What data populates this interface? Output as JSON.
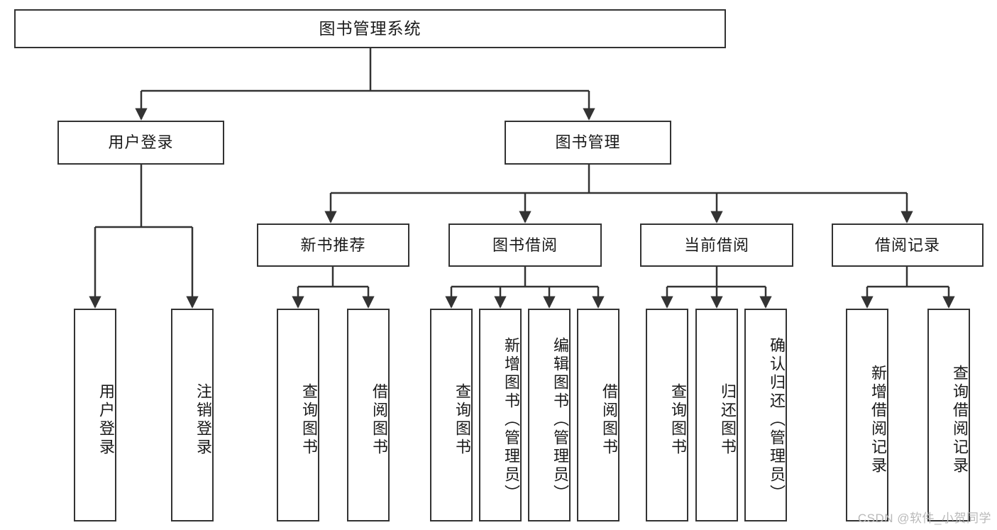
{
  "diagram": {
    "type": "tree-hierarchy-chart",
    "title": "图书管理系统",
    "orientation": "top-down",
    "style": {
      "box_fill": "#ffffff",
      "box_stroke": "#333333",
      "edge_stroke": "#333333",
      "text_color": "#1a1a1a",
      "background": "#ffffff",
      "watermark_color": "#b9b9b9"
    },
    "nodes": {
      "root": {
        "label": "图书管理系统",
        "level": 1,
        "orientation": "horizontal"
      },
      "user_login": {
        "label": "用户登录",
        "level": 2,
        "orientation": "horizontal"
      },
      "book_manage": {
        "label": "图书管理",
        "level": 2,
        "orientation": "horizontal"
      },
      "new_book_rec": {
        "label": "新书推荐",
        "level": 3,
        "orientation": "horizontal"
      },
      "book_borrow": {
        "label": "图书借阅",
        "level": 3,
        "orientation": "horizontal"
      },
      "current_borrow": {
        "label": "当前借阅",
        "level": 3,
        "orientation": "horizontal"
      },
      "borrow_record": {
        "label": "借阅记录",
        "level": 3,
        "orientation": "horizontal"
      },
      "leaf_user_login": {
        "label": "用户登录",
        "level": 4,
        "orientation": "vertical"
      },
      "leaf_logout": {
        "label": "注销登录",
        "level": 4,
        "orientation": "vertical"
      },
      "leaf_query_book_1": {
        "label": "查询图书",
        "level": 4,
        "orientation": "vertical"
      },
      "leaf_borrow_book_1": {
        "label": "借阅图书",
        "level": 4,
        "orientation": "vertical"
      },
      "leaf_query_book_2": {
        "label": "查询图书",
        "level": 4,
        "orientation": "vertical"
      },
      "leaf_add_book": {
        "label": "新增图书（管理员）",
        "level": 4,
        "orientation": "vertical"
      },
      "leaf_edit_book": {
        "label": "编辑图书（管理员）",
        "level": 4,
        "orientation": "vertical"
      },
      "leaf_borrow_book_2": {
        "label": "借阅图书",
        "level": 4,
        "orientation": "vertical"
      },
      "leaf_query_book_3": {
        "label": "查询图书",
        "level": 4,
        "orientation": "vertical"
      },
      "leaf_return_book": {
        "label": "归还图书",
        "level": 4,
        "orientation": "vertical"
      },
      "leaf_confirm_return": {
        "label": "确认归还（管理员）",
        "level": 4,
        "orientation": "vertical"
      },
      "leaf_add_record": {
        "label": "新增借阅记录",
        "level": 4,
        "orientation": "vertical"
      },
      "leaf_query_record": {
        "label": "查询借阅记录",
        "level": 4,
        "orientation": "vertical"
      }
    },
    "edges": [
      {
        "from": "root",
        "to": "user_login"
      },
      {
        "from": "root",
        "to": "book_manage"
      },
      {
        "from": "user_login",
        "to": "leaf_user_login"
      },
      {
        "from": "user_login",
        "to": "leaf_logout"
      },
      {
        "from": "book_manage",
        "to": "new_book_rec"
      },
      {
        "from": "book_manage",
        "to": "book_borrow"
      },
      {
        "from": "book_manage",
        "to": "current_borrow"
      },
      {
        "from": "book_manage",
        "to": "borrow_record"
      },
      {
        "from": "new_book_rec",
        "to": "leaf_query_book_1"
      },
      {
        "from": "new_book_rec",
        "to": "leaf_borrow_book_1"
      },
      {
        "from": "book_borrow",
        "to": "leaf_query_book_2"
      },
      {
        "from": "book_borrow",
        "to": "leaf_add_book"
      },
      {
        "from": "book_borrow",
        "to": "leaf_edit_book"
      },
      {
        "from": "book_borrow",
        "to": "leaf_borrow_book_2"
      },
      {
        "from": "current_borrow",
        "to": "leaf_query_book_3"
      },
      {
        "from": "current_borrow",
        "to": "leaf_return_book"
      },
      {
        "from": "current_borrow",
        "to": "leaf_confirm_return"
      },
      {
        "from": "borrow_record",
        "to": "leaf_add_record"
      },
      {
        "from": "borrow_record",
        "to": "leaf_query_record"
      }
    ]
  },
  "watermark": {
    "text": "CSDN @软件_小贺同学"
  }
}
